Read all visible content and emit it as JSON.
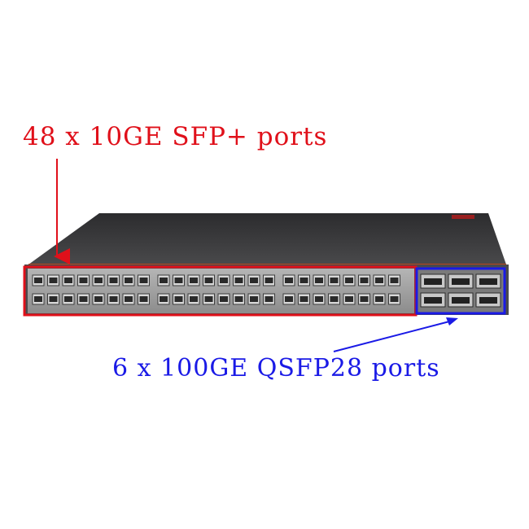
{
  "annotations": {
    "sfp": {
      "text": "48 x 10GE SFP+ ports",
      "color": "#e0101a"
    },
    "qsfp": {
      "text": "6 x 100GE QSFP28 ports",
      "color": "#1a1ae6"
    }
  },
  "device": {
    "sfp_port_count": 48,
    "qsfp_port_count": 6,
    "chassis_color": "#3a3a3c",
    "faceplate_color": "#9a9a9a"
  }
}
